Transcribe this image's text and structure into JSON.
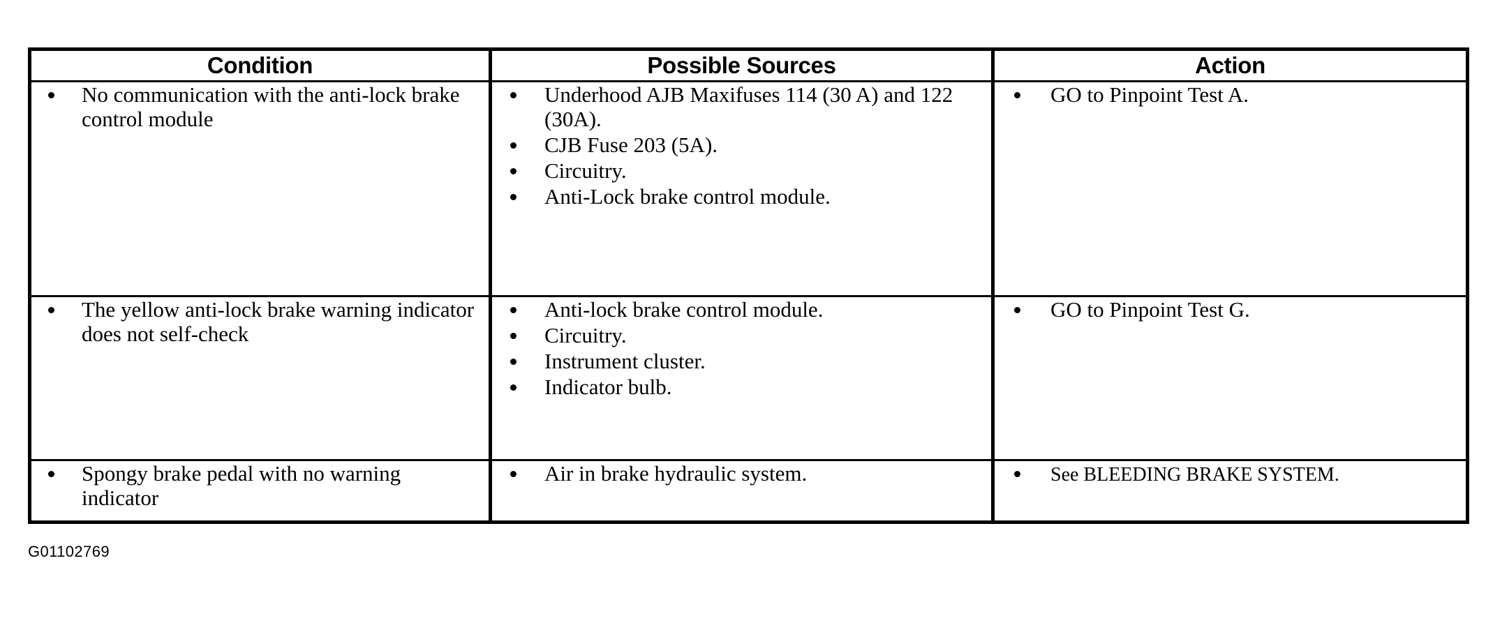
{
  "table": {
    "headers": [
      {
        "label": "Condition"
      },
      {
        "label": "Possible Sources"
      },
      {
        "label": "Action"
      }
    ],
    "rows": [
      {
        "condition": [
          "No communication with the anti-lock brake control module"
        ],
        "sources": [
          "Underhood AJB Maxifuses 114 (30 A) and 122 (30A).",
          "CJB Fuse 203 (5A).",
          "Circuitry.",
          "Anti-Lock brake control module."
        ],
        "actions": [
          "GO to Pinpoint Test A."
        ]
      },
      {
        "condition": [
          "The yellow anti-lock brake warning indicator does not self-check"
        ],
        "sources": [
          "Anti-lock brake control module.",
          "Circuitry.",
          "Instrument cluster.",
          "Indicator bulb."
        ],
        "actions": [
          "GO to Pinpoint Test G."
        ]
      },
      {
        "condition": [
          "Spongy brake pedal with no warning indicator"
        ],
        "sources": [
          "Air in brake hydraulic system."
        ],
        "actions": [
          "See BLEEDING BRAKE SYSTEM."
        ]
      }
    ]
  },
  "caption": {
    "text": "G01102769"
  },
  "colors": {
    "ink": "#000000",
    "paper": "#ffffff"
  }
}
